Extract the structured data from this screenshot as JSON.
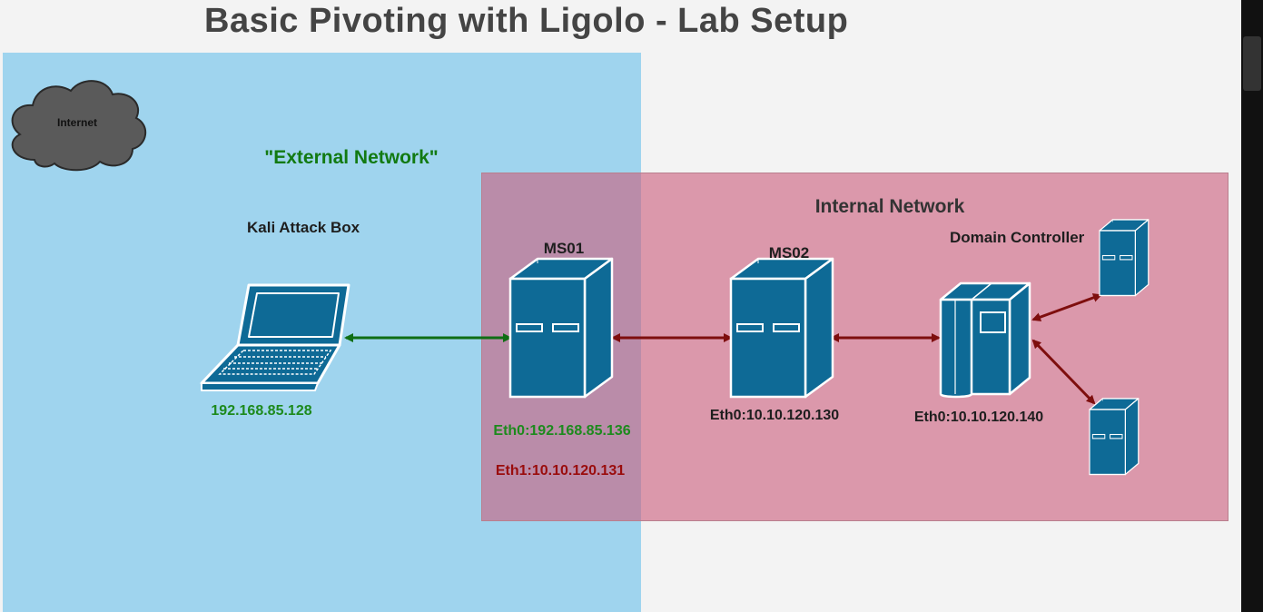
{
  "title": "Basic Pivoting with Ligolo - Lab Setup",
  "zones": {
    "external": "\"External Network\"",
    "internal": "Internal Network"
  },
  "cloud_label": "Internet",
  "nodes": {
    "kali": {
      "name": "Kali Attack Box",
      "ip": "192.168.85.128"
    },
    "ms01": {
      "name": "MS01",
      "eth0": "Eth0:192.168.85.136",
      "eth1": "Eth1:10.10.120.131"
    },
    "ms02": {
      "name": "MS02",
      "eth0": "Eth0:10.10.120.130"
    },
    "dc": {
      "name": "Domain Controller",
      "eth0": "Eth0:10.10.120.140"
    }
  },
  "icons": {
    "cloud": "cloud-icon",
    "laptop": "laptop-icon",
    "server": "server-icon",
    "mainframe": "mainframe-icon"
  },
  "colors": {
    "external_zone": "#9fd4ee",
    "internal_zone": "#cc607e",
    "device": "#0e6a96",
    "green_link": "#0f6e14",
    "red_link": "#7e0e0e",
    "green_text": "#1d8a1d",
    "red_text": "#9a0c0c"
  }
}
